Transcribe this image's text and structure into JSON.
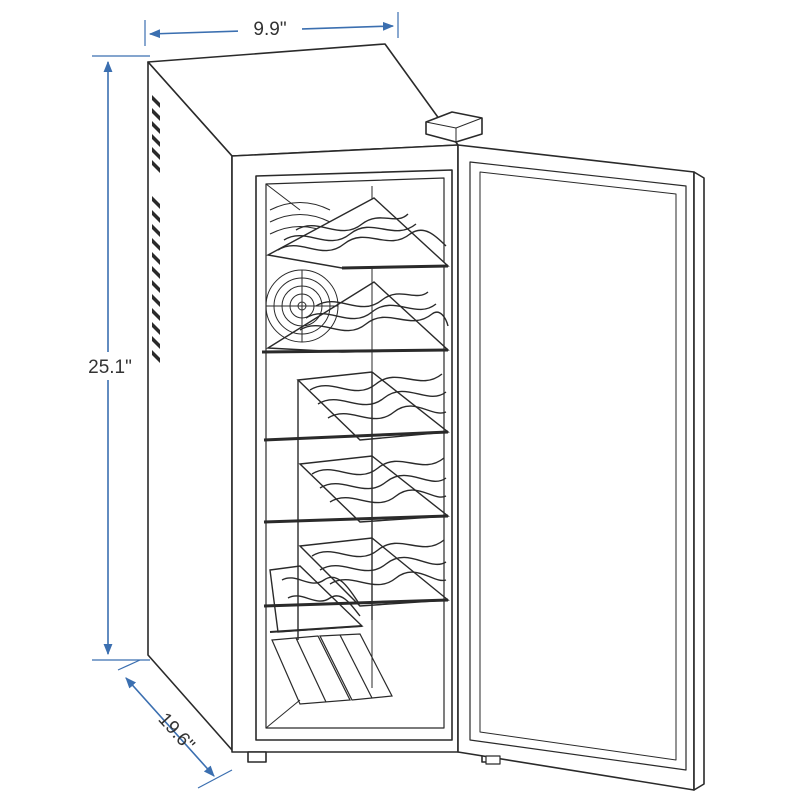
{
  "dimensions": {
    "width_label": "9.9\"",
    "height_label": "25.1\"",
    "depth_label": "19.6\""
  },
  "colors": {
    "dimension_line": "#3b6fb0",
    "outline": "#2a2a2a",
    "background": "#ffffff"
  },
  "product": {
    "shelf_count": 5
  }
}
